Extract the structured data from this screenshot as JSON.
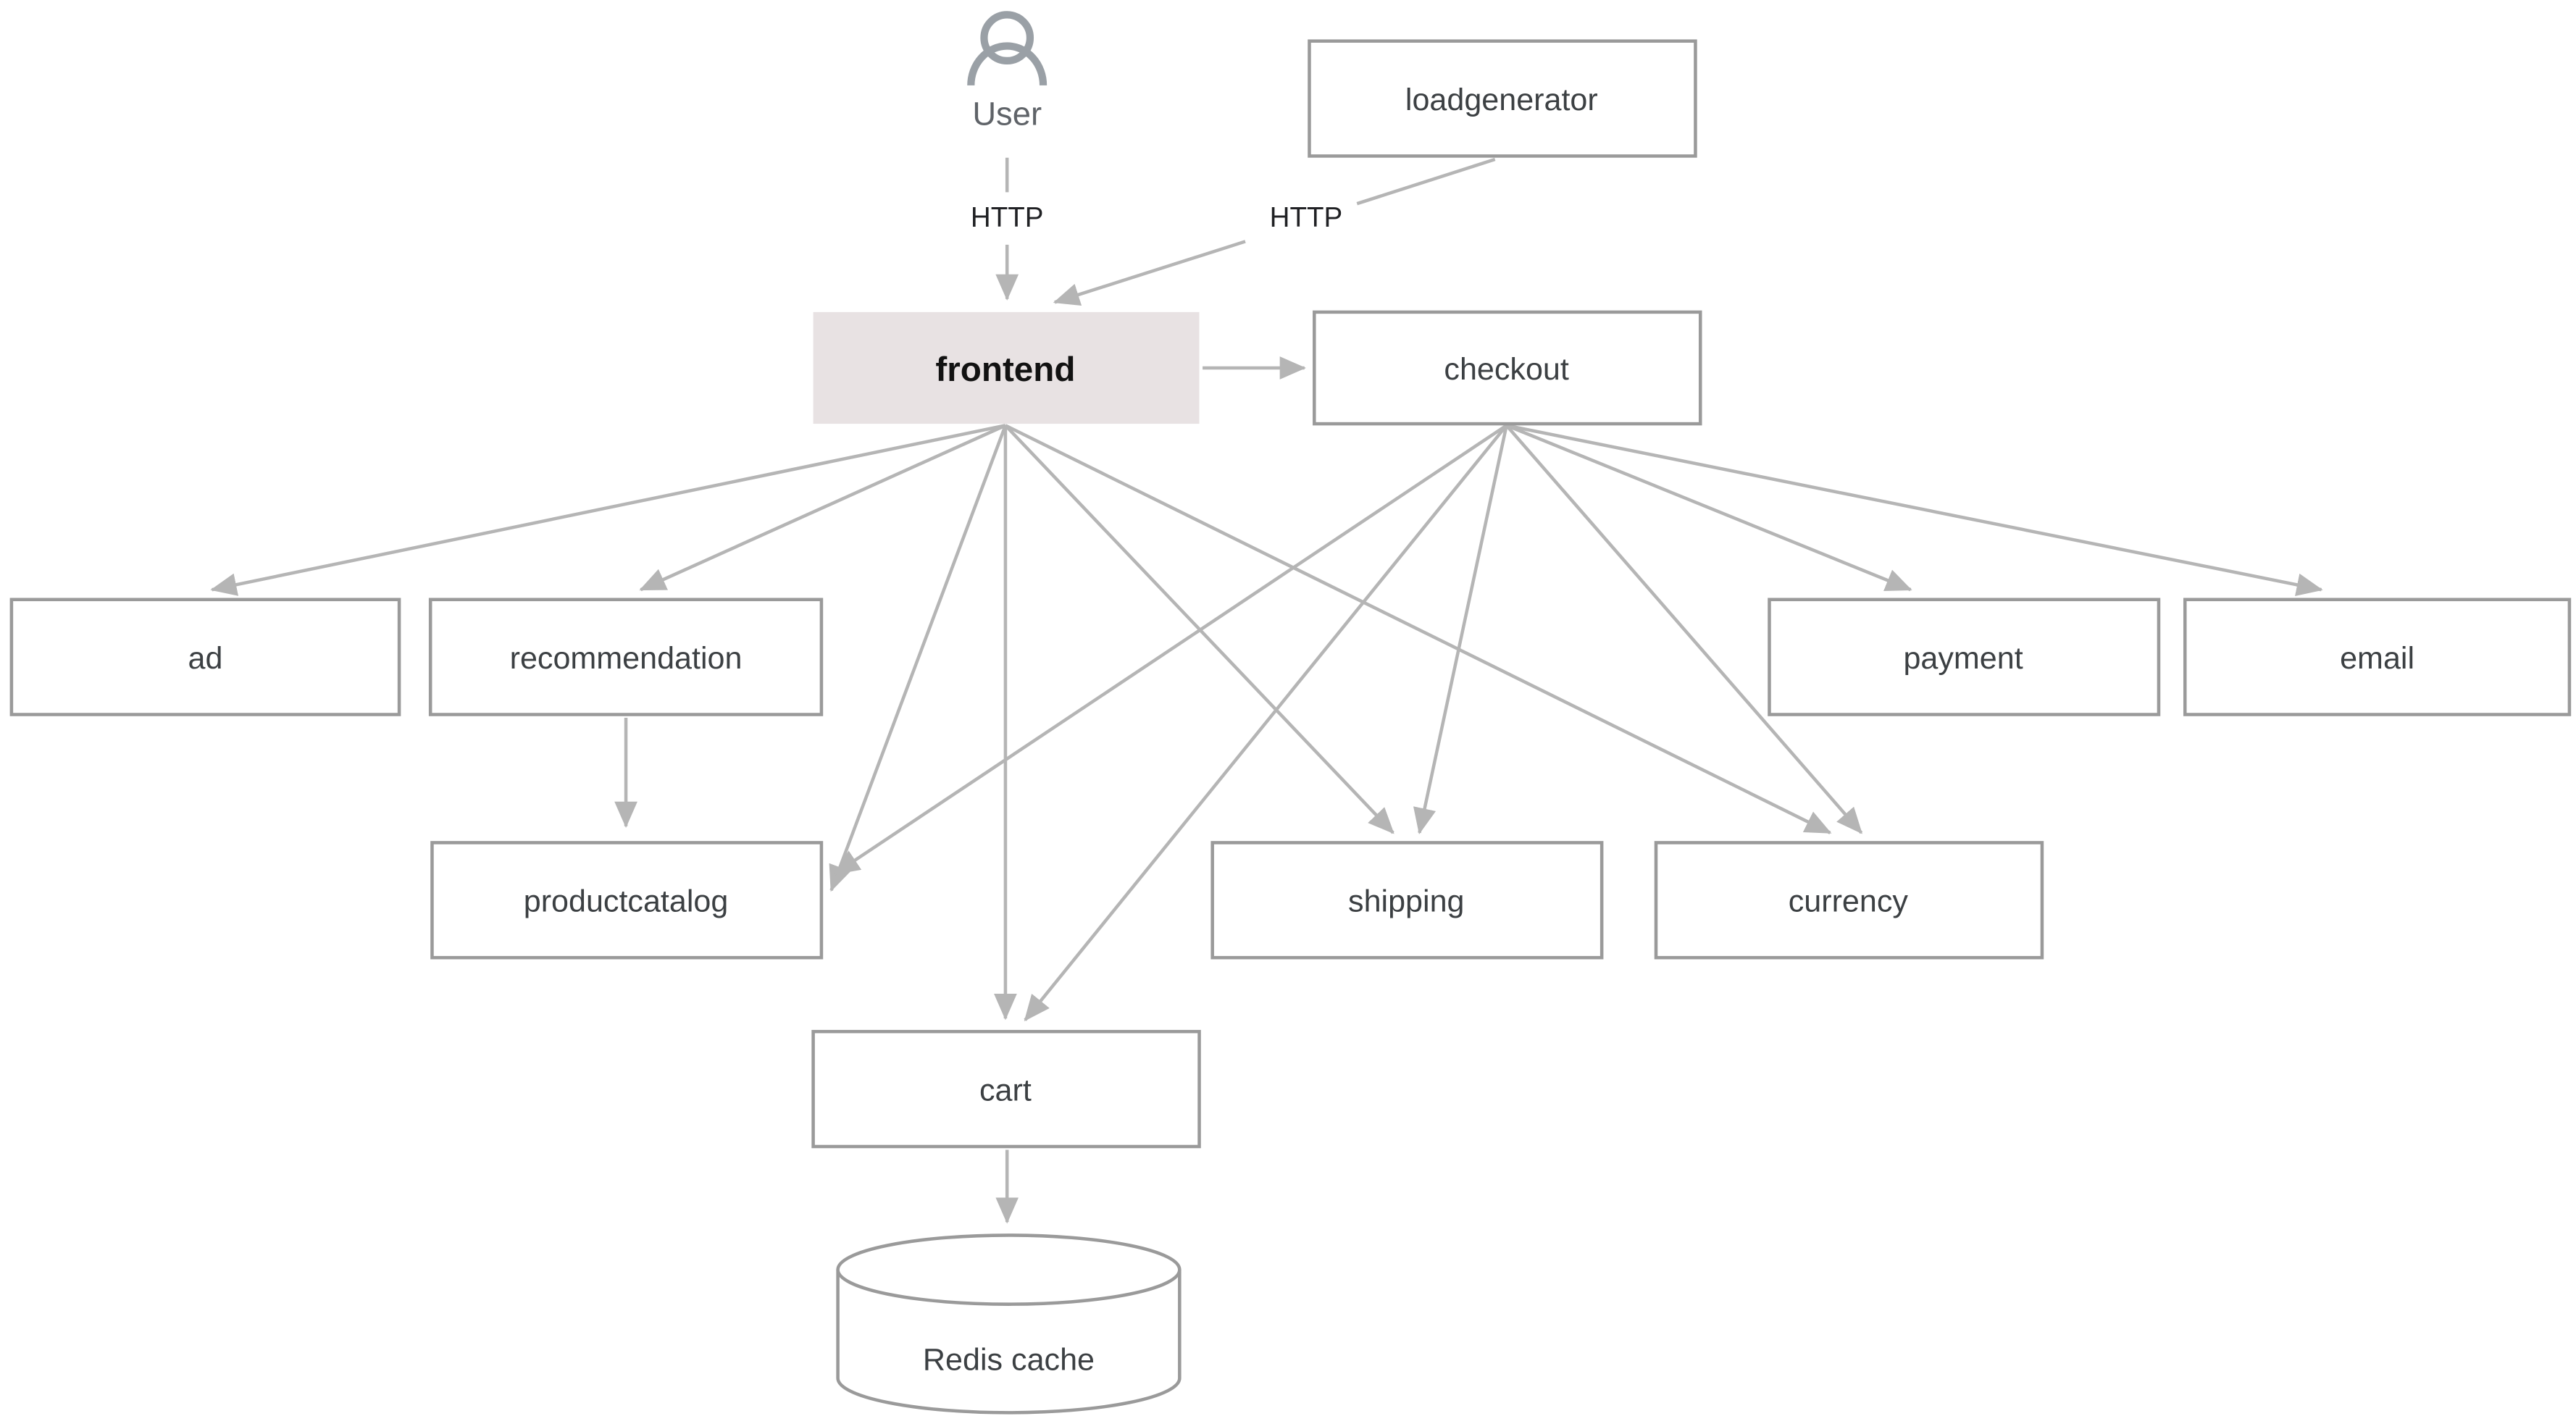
{
  "nodes": {
    "user": {
      "label": "User",
      "kind": "actor"
    },
    "loadgenerator": {
      "label": "loadgenerator",
      "kind": "service"
    },
    "frontend": {
      "label": "frontend",
      "kind": "service",
      "highlighted": true,
      "highlight_fill": "#e8e2e3"
    },
    "checkout": {
      "label": "checkout",
      "kind": "service"
    },
    "ad": {
      "label": "ad",
      "kind": "service"
    },
    "recommendation": {
      "label": "recommendation",
      "kind": "service"
    },
    "payment": {
      "label": "payment",
      "kind": "service"
    },
    "email": {
      "label": "email",
      "kind": "service"
    },
    "productcatalog": {
      "label": "productcatalog",
      "kind": "service"
    },
    "shipping": {
      "label": "shipping",
      "kind": "service"
    },
    "currency": {
      "label": "currency",
      "kind": "service"
    },
    "cart": {
      "label": "cart",
      "kind": "service"
    },
    "redis": {
      "label": "Redis cache",
      "kind": "database"
    }
  },
  "edge_labels": {
    "user_to_frontend": "HTTP",
    "loadgenerator_to_frontend": "HTTP"
  },
  "edges": [
    {
      "from": "user",
      "to": "frontend",
      "label": "HTTP"
    },
    {
      "from": "loadgenerator",
      "to": "frontend",
      "label": "HTTP"
    },
    {
      "from": "frontend",
      "to": "checkout"
    },
    {
      "from": "frontend",
      "to": "ad"
    },
    {
      "from": "frontend",
      "to": "recommendation"
    },
    {
      "from": "frontend",
      "to": "productcatalog"
    },
    {
      "from": "frontend",
      "to": "shipping"
    },
    {
      "from": "frontend",
      "to": "currency"
    },
    {
      "from": "frontend",
      "to": "cart"
    },
    {
      "from": "checkout",
      "to": "payment"
    },
    {
      "from": "checkout",
      "to": "email"
    },
    {
      "from": "checkout",
      "to": "shipping"
    },
    {
      "from": "checkout",
      "to": "currency"
    },
    {
      "from": "checkout",
      "to": "productcatalog"
    },
    {
      "from": "checkout",
      "to": "cart"
    },
    {
      "from": "recommendation",
      "to": "productcatalog"
    },
    {
      "from": "cart",
      "to": "redis"
    }
  ],
  "colors": {
    "background": "#ffffff",
    "node_border": "#9a9a9a",
    "node_fill": "#ffffff",
    "node_text": "#3c4043",
    "highlight_fill": "#e8e2e3",
    "highlight_text": "#121212",
    "edge": "#b5b5b5",
    "edge_label_text": "#202124",
    "actor_icon": "#9aa0a6",
    "actor_label_text": "#5f6368"
  }
}
